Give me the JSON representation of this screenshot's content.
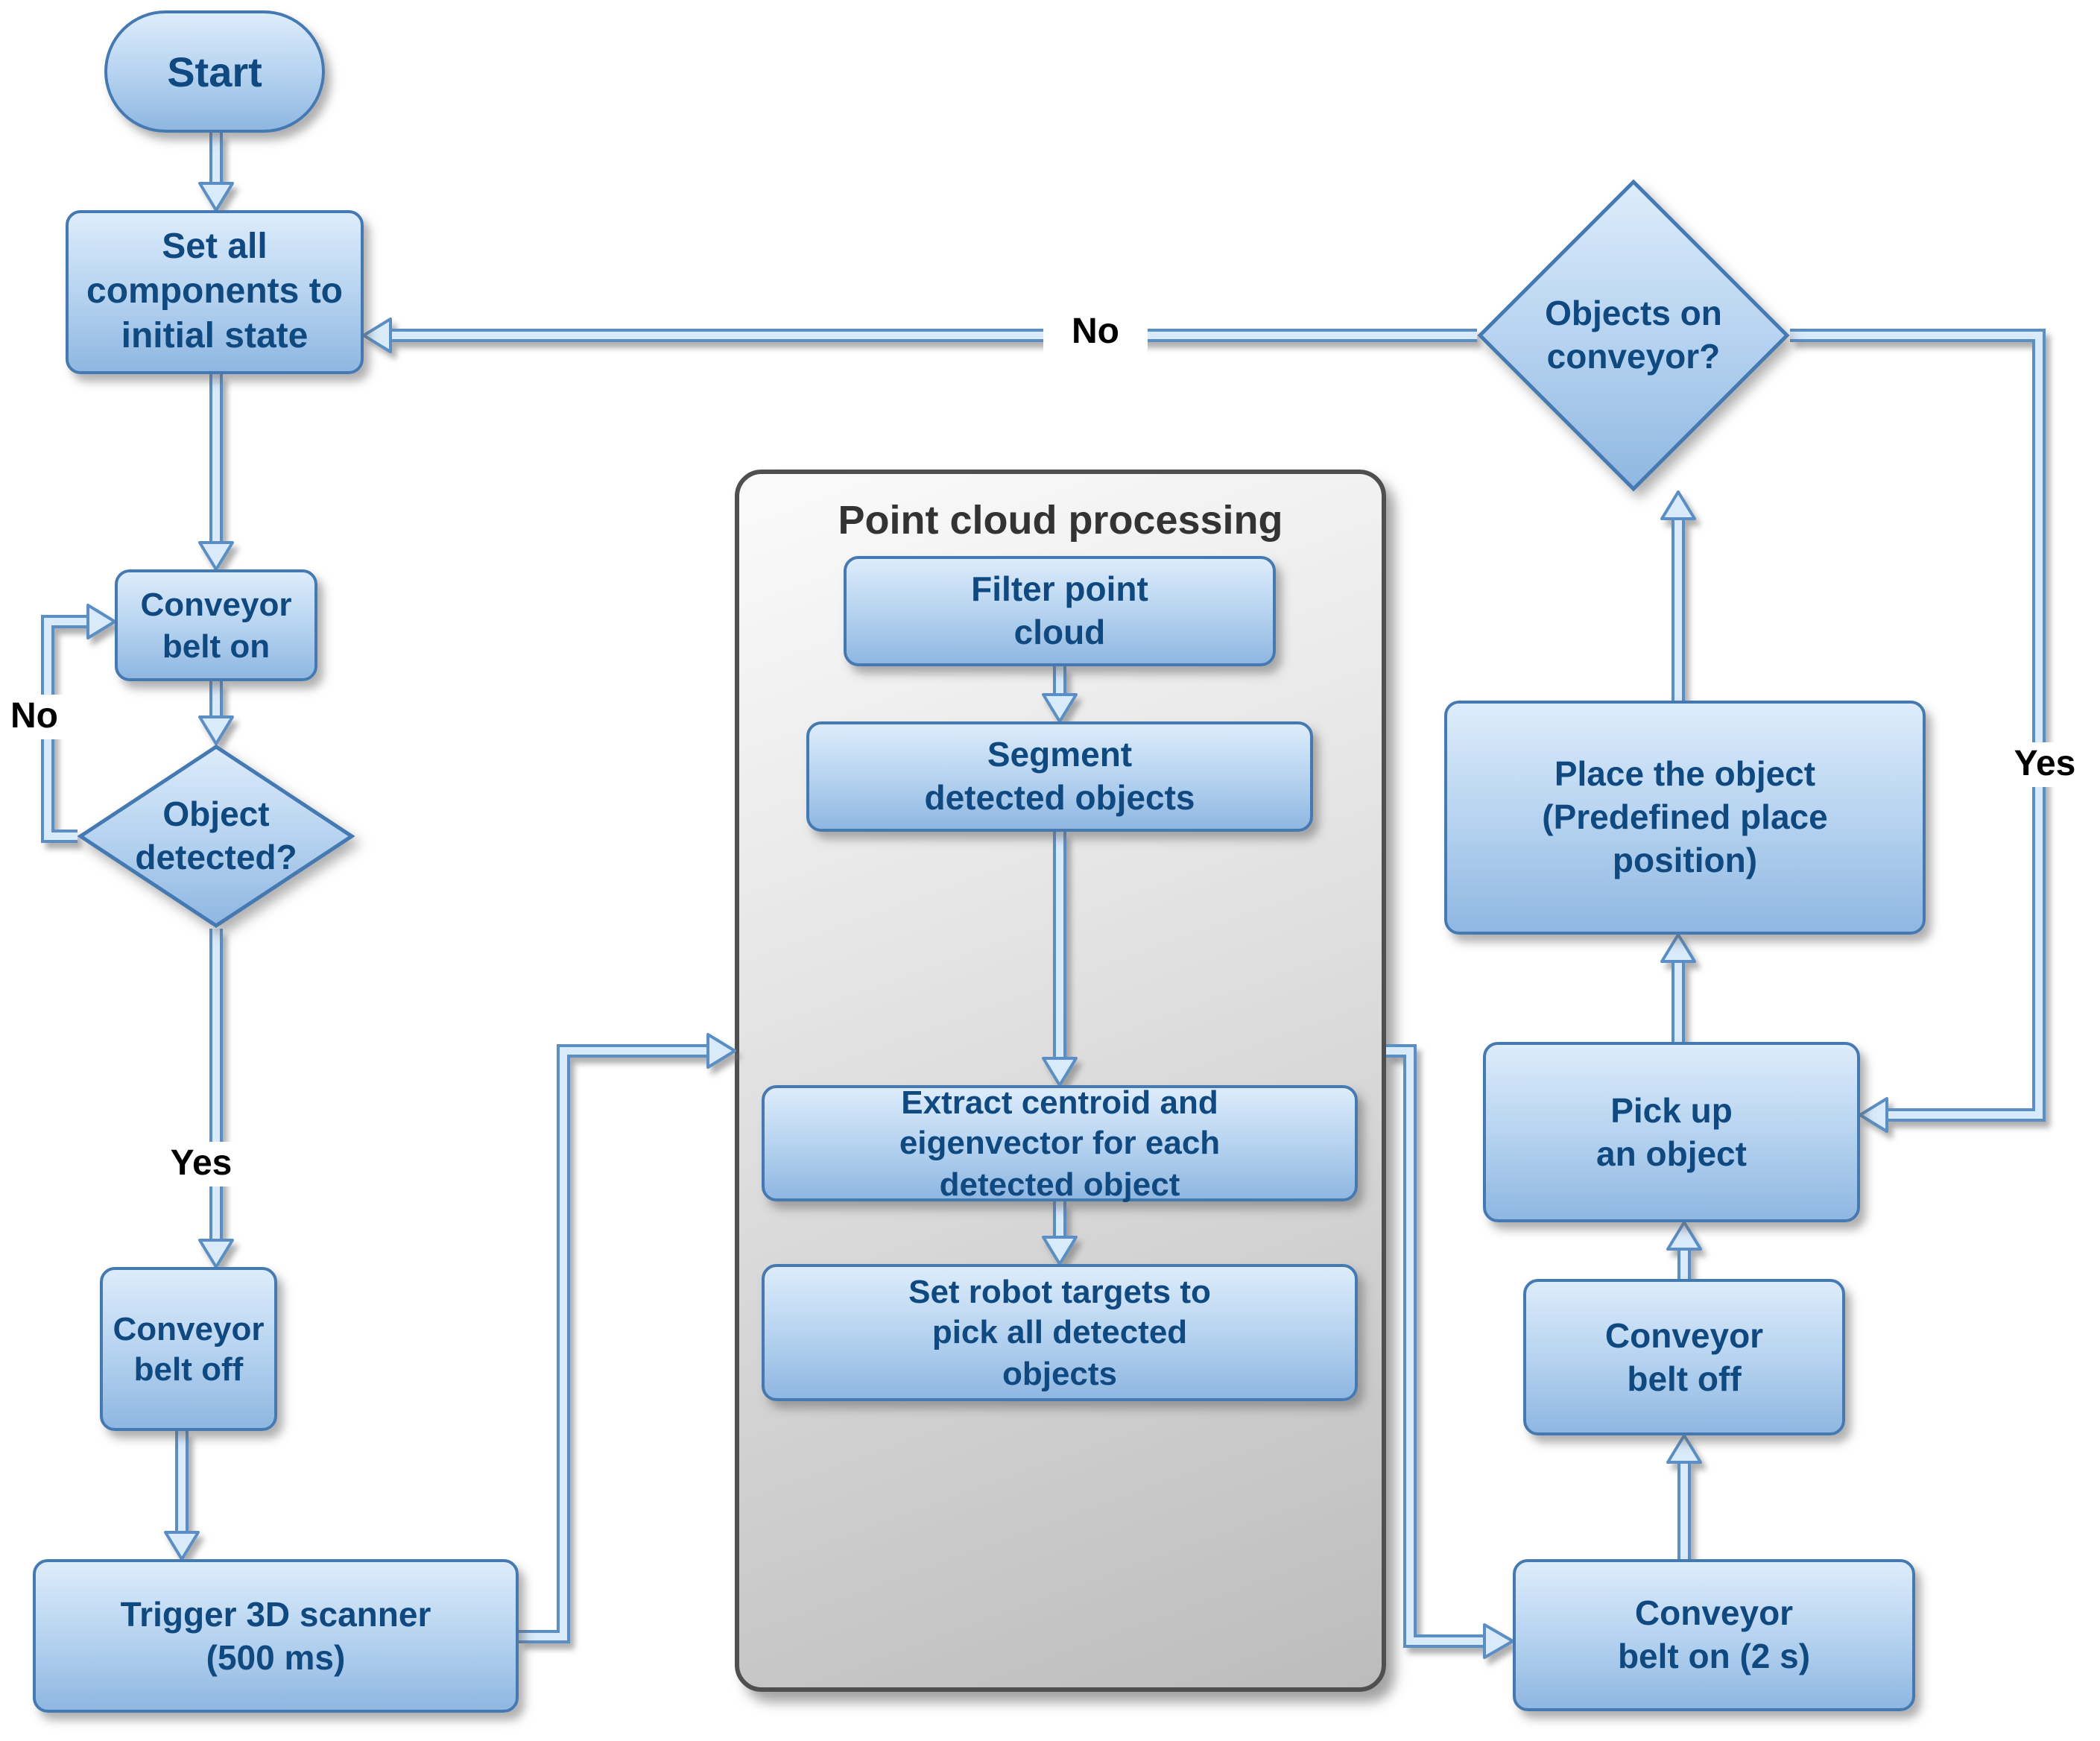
{
  "diagram": {
    "group": {
      "title": "Point cloud processing"
    },
    "nodes": {
      "start": "Start",
      "set_initial": "Set all\ncomponents to\ninitial state",
      "conveyor_on": "Conveyor\nbelt on",
      "object_detected": "Object\ndetected?",
      "conveyor_off_left": "Conveyor\nbelt off",
      "trigger_scanner": "Trigger 3D scanner\n(500 ms)",
      "filter_cloud": "Filter point\ncloud",
      "segment_objects": "Segment\ndetected objects",
      "extract_centroid": "Extract centroid and\neigenvector for each\ndetected object",
      "set_targets": "Set robot targets to\npick all detected\nobjects",
      "objects_on_conveyor": "Objects on\nconveyor?",
      "place_object": "Place the object\n(Predefined place\nposition)",
      "pick_up": "Pick up\nan object",
      "conveyor_off_right": "Conveyor\nbelt off",
      "conveyor_on_2s": "Conveyor\nbelt on (2 s)"
    },
    "edge_labels": {
      "detected_no": "No",
      "detected_yes": "Yes",
      "conveyor_no": "No",
      "conveyor_yes": "Yes"
    },
    "colors": {
      "node_border": "#4579b2",
      "node_fill_top": "#ddecfb",
      "node_fill_bottom": "#8fb7e1",
      "node_text": "#10497f",
      "arrow_outline": "#5b8ec4",
      "arrow_fill": "#d9eafb",
      "group_border": "#4f4f4f",
      "group_title_color": "#333333",
      "edge_label_color": "#000000"
    }
  }
}
